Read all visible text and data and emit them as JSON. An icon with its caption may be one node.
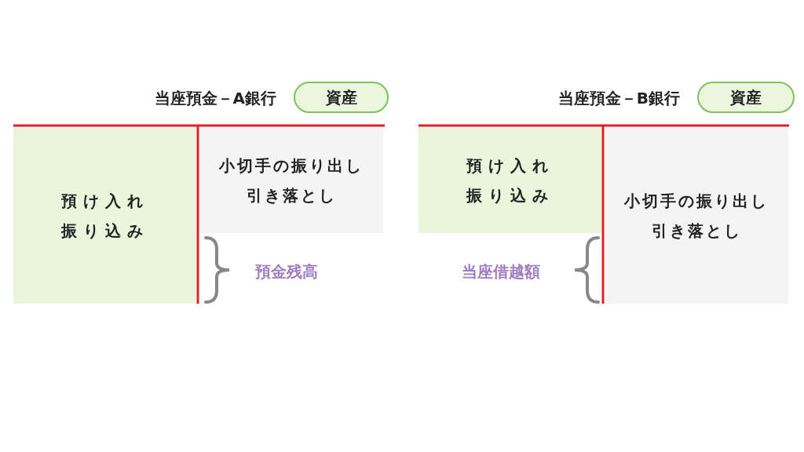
{
  "diagram": {
    "nodes": [
      {
        "text": [
          "資産"
        ]
      },
      {
        "text": [
          "預け入れ振り込み"
        ]
      },
      {
        "text": [
          "小切手の振り出し引き落とし"
        ]
      },
      {
        "text": [
          "資産"
        ]
      },
      {
        "text": [
          "預け入れ振り込み"
        ]
      },
      {
        "text": [
          "小切手の振り出し引き落とし"
        ]
      }
    ],
    "edges": [],
    "labels": [
      "当座預金－A銀行",
      "当座預金－B銀行",
      "預金残高",
      "当座借越額"
    ]
  }
}
